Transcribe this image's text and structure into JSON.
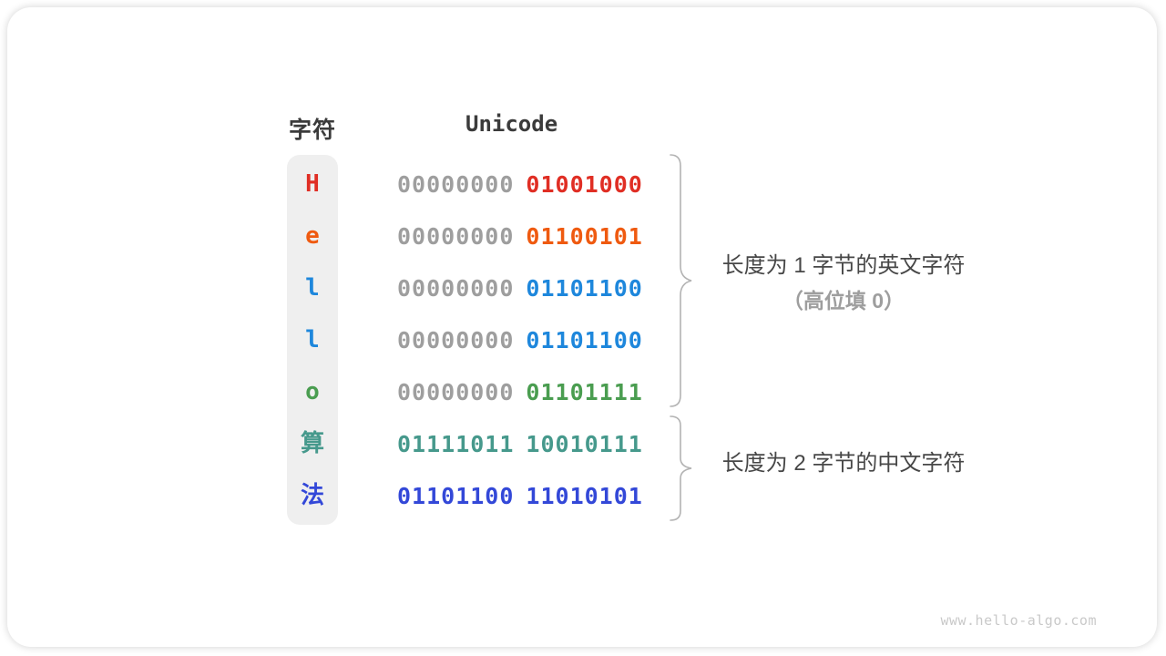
{
  "diagram": {
    "header": {
      "char_col": "字符",
      "unicode_col": "Unicode"
    },
    "rows": [
      {
        "char": "H",
        "char_color": "#e02e24",
        "byte1": "00000000",
        "byte1_color": "#9e9e9e",
        "byte2": "01001000",
        "byte2_color": "#e02e24"
      },
      {
        "char": "e",
        "char_color": "#ef5a10",
        "byte1": "00000000",
        "byte1_color": "#9e9e9e",
        "byte2": "01100101",
        "byte2_color": "#ef5a10"
      },
      {
        "char": "l",
        "char_color": "#1e87dc",
        "byte1": "00000000",
        "byte1_color": "#9e9e9e",
        "byte2": "01101100",
        "byte2_color": "#1e87dc"
      },
      {
        "char": "l",
        "char_color": "#1e87dc",
        "byte1": "00000000",
        "byte1_color": "#9e9e9e",
        "byte2": "01101100",
        "byte2_color": "#1e87dc"
      },
      {
        "char": "o",
        "char_color": "#4a9d50",
        "byte1": "00000000",
        "byte1_color": "#9e9e9e",
        "byte2": "01101111",
        "byte2_color": "#4a9d50"
      },
      {
        "char": "算",
        "char_color": "#46998c",
        "byte1": "01111011",
        "byte1_color": "#46998c",
        "byte2": "10010111",
        "byte2_color": "#46998c"
      },
      {
        "char": "法",
        "char_color": "#3348d8",
        "byte1": "01101100",
        "byte1_color": "#3348d8",
        "byte2": "11010101",
        "byte2_color": "#3348d8"
      }
    ],
    "annotations": [
      {
        "line1": "长度为 1 字节的英文字符",
        "line2": "（高位填 0）"
      },
      {
        "line1": "长度为 2 字节的中文字符"
      }
    ],
    "colors": {
      "char_column_bg": "#efefef",
      "brace_stroke": "#b3b3b3",
      "heading_text": "#3b3b3b",
      "muted_byte": "#9e9e9e",
      "annotation_text": "#474747",
      "annotation_secondary": "#9e9e9e",
      "watermark_text": "#c9c9c9"
    },
    "watermark": "www.hello-algo.com"
  }
}
